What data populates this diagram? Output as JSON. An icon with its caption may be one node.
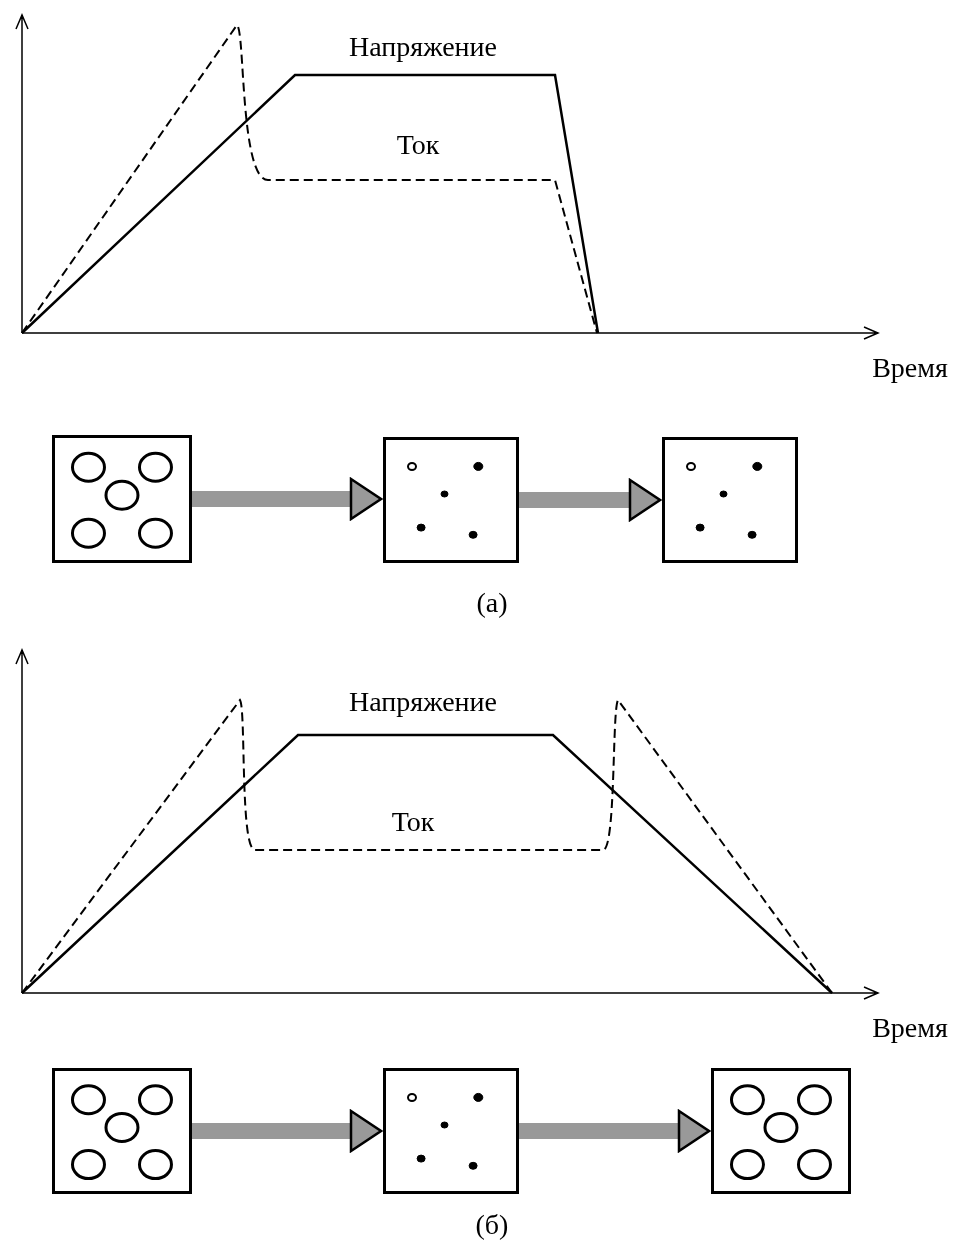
{
  "diagram": {
    "nodes": [
      {
        "text": [],
        "shape": "box"
      },
      {
        "text": [],
        "shape": "box"
      },
      {
        "text": [],
        "shape": "box"
      },
      {
        "text": [],
        "shape": "box"
      },
      {
        "text": [],
        "shape": "box"
      },
      {
        "text": [],
        "shape": "box"
      }
    ],
    "edges": [
      {
        "from": 0,
        "to": 1,
        "arrow": "to"
      },
      {
        "from": 1,
        "to": 2,
        "arrow": "to"
      },
      {
        "from": 3,
        "to": 4,
        "arrow": "to"
      },
      {
        "from": 4,
        "to": 5,
        "arrow": "to"
      }
    ],
    "labels": [
      "Напряжение",
      "Ток",
      "Время",
      "(а)",
      "Напряжение",
      "Ток",
      "Время",
      "(б)"
    ]
  }
}
